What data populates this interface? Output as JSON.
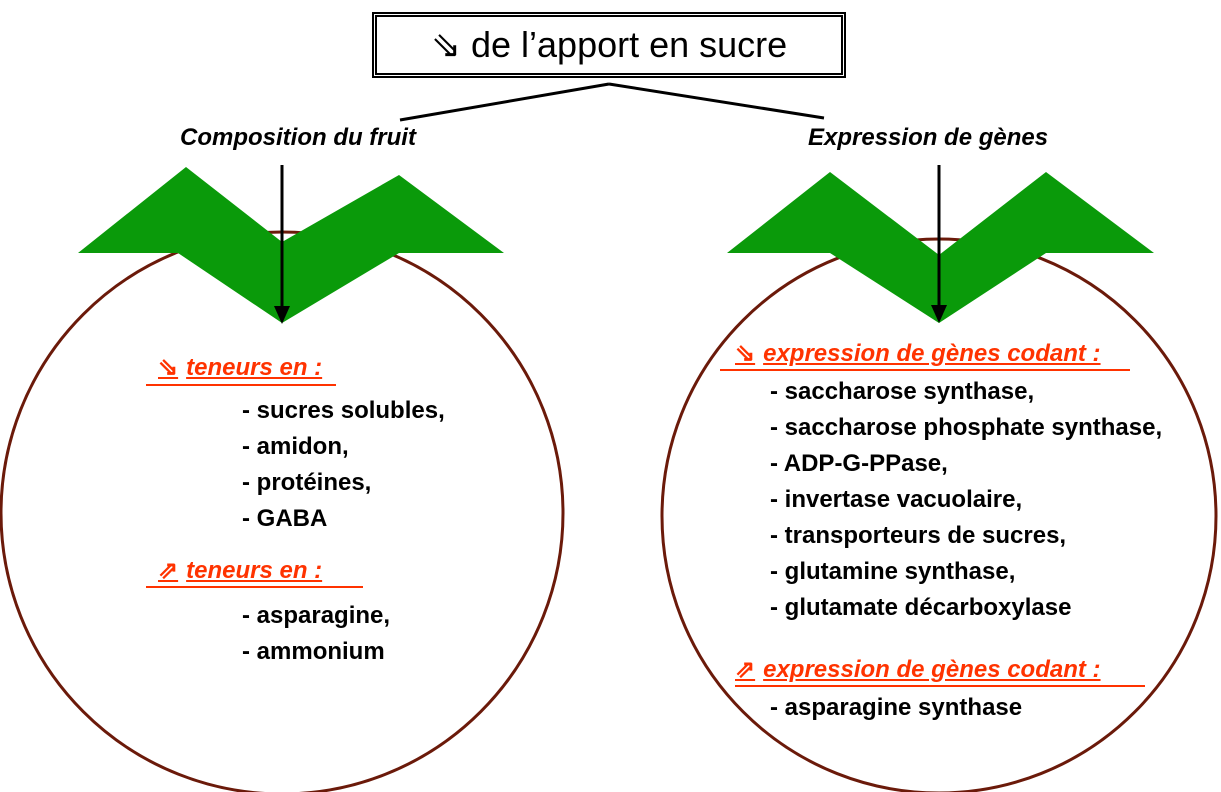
{
  "title": "de l’apport en sucre",
  "title_arrow": "⇘",
  "colors": {
    "leaf": "#0a9a0a",
    "fruit_outline": "#6b1a0a",
    "heading": "#ff3300",
    "text": "#000000"
  },
  "left": {
    "label": "Composition du fruit",
    "sections": [
      {
        "arrow": "⇘",
        "heading": "teneurs en :",
        "items": [
          "- sucres solubles,",
          "- amidon,",
          "- protéines,",
          "- GABA"
        ]
      },
      {
        "arrow": "⇗",
        "heading": "teneurs en :",
        "items": [
          "- asparagine,",
          "- ammonium"
        ]
      }
    ]
  },
  "right": {
    "label": "Expression de gènes",
    "sections": [
      {
        "arrow": "⇘",
        "heading": "expression de gènes codant :",
        "items": [
          "- saccharose synthase,",
          "- saccharose phosphate synthase,",
          "- ADP-G-PPase,",
          "- invertase vacuolaire,",
          "- transporteurs de sucres,",
          "- glutamine synthase,",
          "- glutamate décarboxylase"
        ]
      },
      {
        "arrow": "⇗",
        "heading": "expression de gènes codant :",
        "items": [
          "- asparagine synthase"
        ]
      }
    ]
  }
}
